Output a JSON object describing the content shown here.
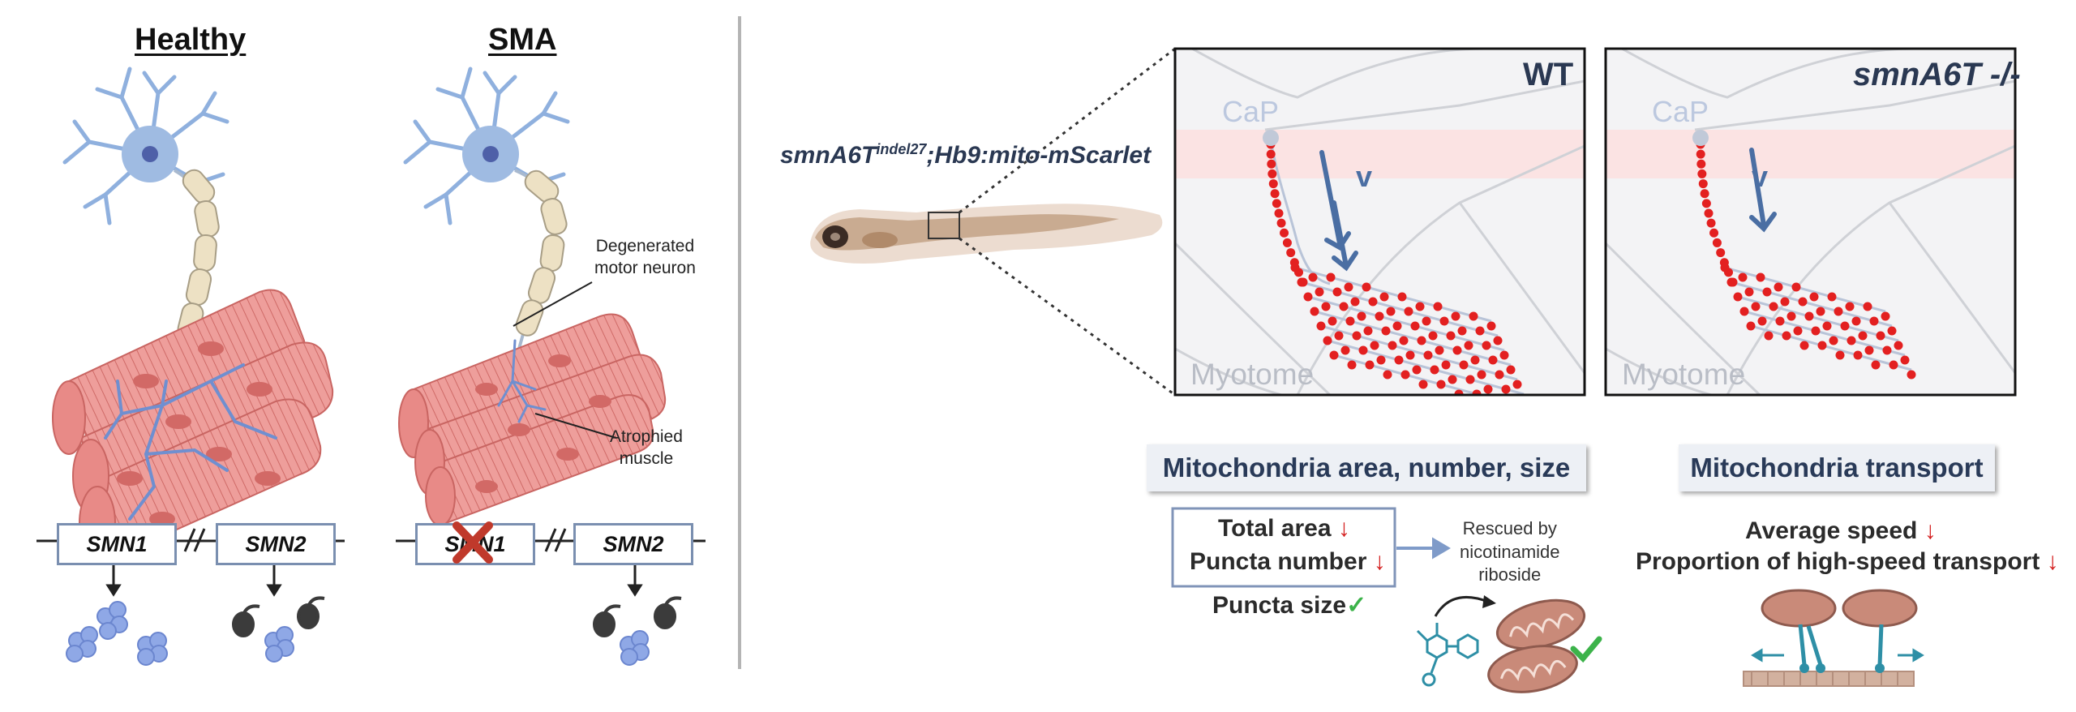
{
  "healthy": {
    "title": "Healthy",
    "gene1": "SMN1",
    "gene2": "SMN2"
  },
  "sma": {
    "title": "SMA",
    "gene1": "SMN1",
    "gene2": "SMN2",
    "label_neuron": "Degenerated\nmotor neuron",
    "label_muscle": "Atrophied\nmuscle"
  },
  "fish": {
    "label_prefix": "smnA6T",
    "label_superscript": "indel27",
    "label_suffix": ";Hb9:mito-mScarlet"
  },
  "panels": {
    "wt": {
      "title": "WT",
      "cap": "CaP",
      "v": "v",
      "myotome": "Myotome"
    },
    "mut": {
      "title": "smnA6T -/-",
      "cap": "CaP",
      "v": "v",
      "myotome": "Myotome"
    }
  },
  "morphology": {
    "title": "Mitochondria area, number, size",
    "total_area": "Total area",
    "puncta_number": "Puncta number",
    "puncta_size": "Puncta size",
    "down_arrow": "↓",
    "check": "✓",
    "rescue": "Rescued by\nnicotinamide\nriboside"
  },
  "transport": {
    "title": "Mitochondria transport",
    "average_speed": "Average speed",
    "proportion": "Proportion of high-speed transport",
    "down_arrow": "↓"
  },
  "colors": {
    "neuron": "#7da2d6",
    "muscle": "#e8928f",
    "mito_dot": "#e32020",
    "text_blue": "#2a3852",
    "down": "#d41f1f",
    "check": "#3cb34a"
  }
}
